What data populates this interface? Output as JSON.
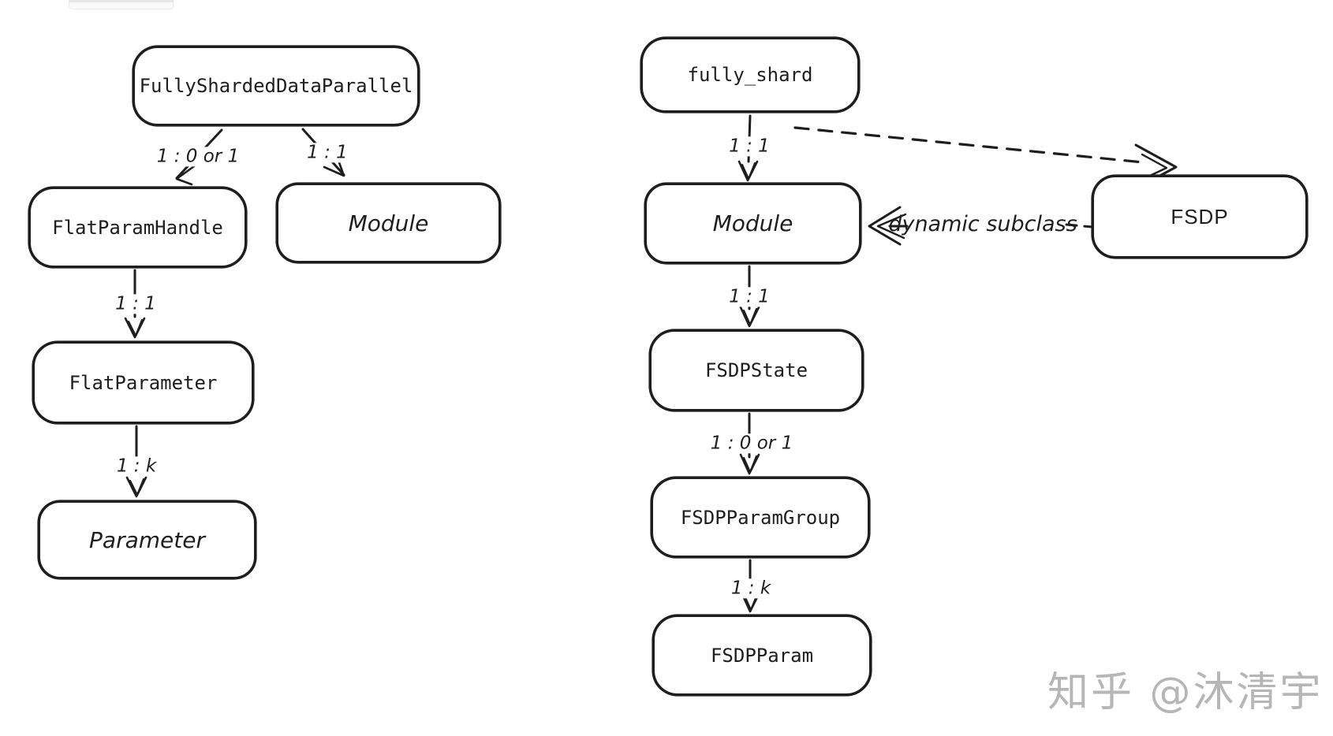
{
  "diagram": {
    "fsdp1": {
      "root": "FullyShardedDataParallel",
      "flat_param_handle": "FlatParamHandle",
      "module": "Module",
      "flat_parameter": "FlatParameter",
      "parameter": "Parameter"
    },
    "fsdp2": {
      "fully_shard": "fully_shard",
      "module": "Module",
      "fsdp_state": "FSDPState",
      "fsdp_param_group": "FSDPParamGroup",
      "fsdp_param": "FSDPParam",
      "fsdp": "FSDP"
    },
    "edge_labels": {
      "fsdp1_root_to_handle": "1 : 0 or 1",
      "fsdp1_root_to_module": "1 : 1",
      "handle_to_flat_parameter": "1 : 1",
      "flat_parameter_to_parameter": "1 : k",
      "fully_shard_to_module": "1 : 1",
      "module_to_fsdp_state": "1 : 1",
      "fsdp_state_to_param_group": "1 : 0 or 1",
      "param_group_to_fsdp_param": "1 : k",
      "module_fsdp_relation": "dynamic subclass"
    }
  },
  "watermark": {
    "text": "知乎 @沐清宇",
    "color": "#b6b6b6"
  },
  "colors": {
    "stroke": "#1e1e1e",
    "canvas": "#ffffff"
  }
}
